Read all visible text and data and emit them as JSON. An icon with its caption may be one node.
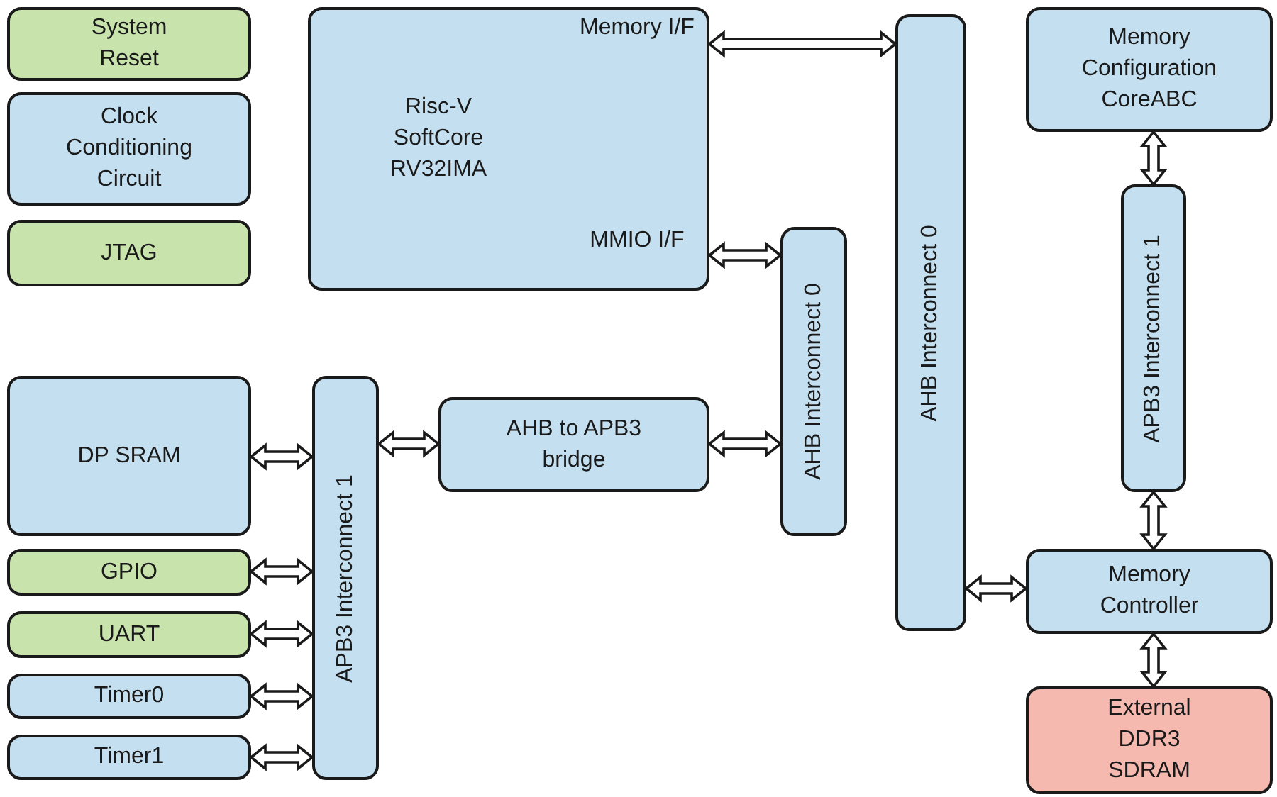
{
  "diagram": {
    "nodes": [
      {
        "text": [
          "System Reset"
        ]
      },
      {
        "text": [
          "Clock Conditioning Circuit"
        ]
      },
      {
        "text": [
          "JTAG"
        ]
      },
      {
        "text": [
          "Memory I/F",
          "Risc-V SoftCore RV32IMA",
          "MMIO I/F"
        ]
      },
      {
        "text": [
          "AHB Interconnect 0"
        ]
      },
      {
        "text": [
          "Memory Configuration CoreABC"
        ]
      },
      {
        "text": [
          "APB3 Interconnect 1"
        ]
      },
      {
        "text": [
          "DP SRAM"
        ]
      },
      {
        "text": [
          "APB3 Interconnect 1"
        ]
      },
      {
        "text": [
          "AHB to APB3 bridge"
        ]
      },
      {
        "text": [
          "AHB Interconnect 0"
        ]
      },
      {
        "text": [
          "GPIO"
        ]
      },
      {
        "text": [
          "Memory Controller"
        ]
      },
      {
        "text": [
          "UART"
        ]
      },
      {
        "text": [
          "Timer0"
        ]
      },
      {
        "text": [
          "External DDR3 SDRAM"
        ]
      },
      {
        "text": [
          "Timer1"
        ]
      }
    ],
    "edges": [
      {
        "from": 3,
        "to": 4,
        "arrow": "both"
      },
      {
        "from": 3,
        "to": 10,
        "arrow": "both"
      },
      {
        "from": 5,
        "to": 6,
        "arrow": "both"
      },
      {
        "from": 6,
        "to": 12,
        "arrow": "both"
      },
      {
        "from": 7,
        "to": 8,
        "arrow": "both"
      },
      {
        "from": 8,
        "to": 9,
        "arrow": "both"
      },
      {
        "from": 9,
        "to": 10,
        "arrow": "both"
      },
      {
        "from": 11,
        "to": 8,
        "arrow": "both"
      },
      {
        "from": 13,
        "to": 8,
        "arrow": "both"
      },
      {
        "from": 14,
        "to": 8,
        "arrow": "both"
      },
      {
        "from": 16,
        "to": 8,
        "arrow": "both"
      },
      {
        "from": 4,
        "to": 12,
        "arrow": "both"
      },
      {
        "from": 12,
        "to": 15,
        "arrow": "both"
      }
    ]
  }
}
